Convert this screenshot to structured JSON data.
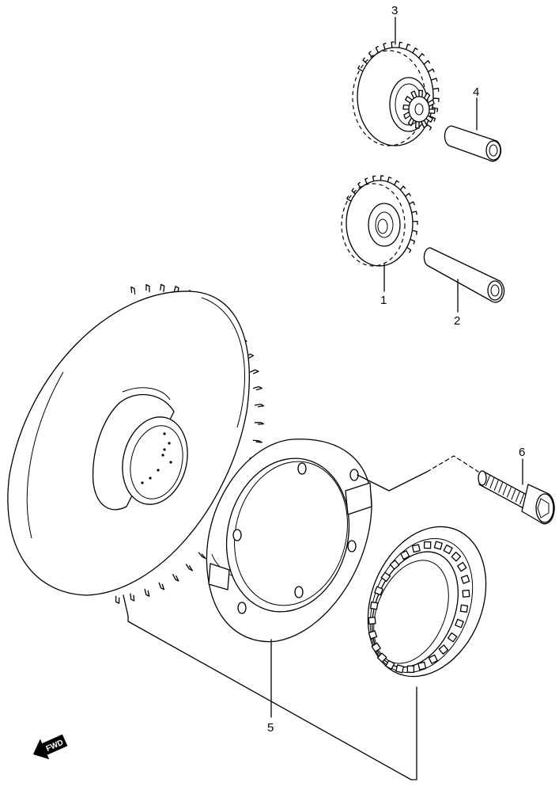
{
  "callouts": {
    "p1": "1",
    "p2": "2",
    "p3": "3",
    "p4": "4",
    "p5": "5",
    "p6": "6"
  },
  "fwd_label": "FWD",
  "icons": {
    "fwd": "fwd-arrow-icon"
  }
}
